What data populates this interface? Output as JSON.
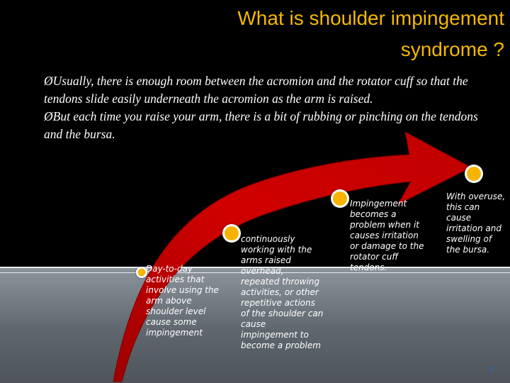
{
  "slide": {
    "title_line1": "What is shoulder impingement",
    "title_line2": "syndrome ?",
    "bullet_marker": "Ø",
    "bullets": [
      "Usually, there is enough room between the acromion and the rotator cuff so that the tendons slide easily underneath the acromion as the arm is raised.",
      "But each time you raise your arm, there is a bit of rubbing or pinching on the tendons and the bursa."
    ],
    "steps": [
      "Day-to-day activities that involve using the arm above shoulder level cause some impingement",
      "continuously working with the arms raised overhead, repeated throwing activities, or other repetitive actions of the shoulder can cause impingement to become a problem",
      "Impingement becomes a problem when it causes irritation or damage to the rotator cuff tendons.",
      "With overuse, this can cause irritation and swelling of the bursa."
    ],
    "page_number": "2"
  },
  "colors": {
    "background": "#000000",
    "title": "#f5b800",
    "arrow": "#c00000",
    "node": "#f6b400",
    "band": "#6b7279",
    "page_number": "#1a6fd6"
  }
}
